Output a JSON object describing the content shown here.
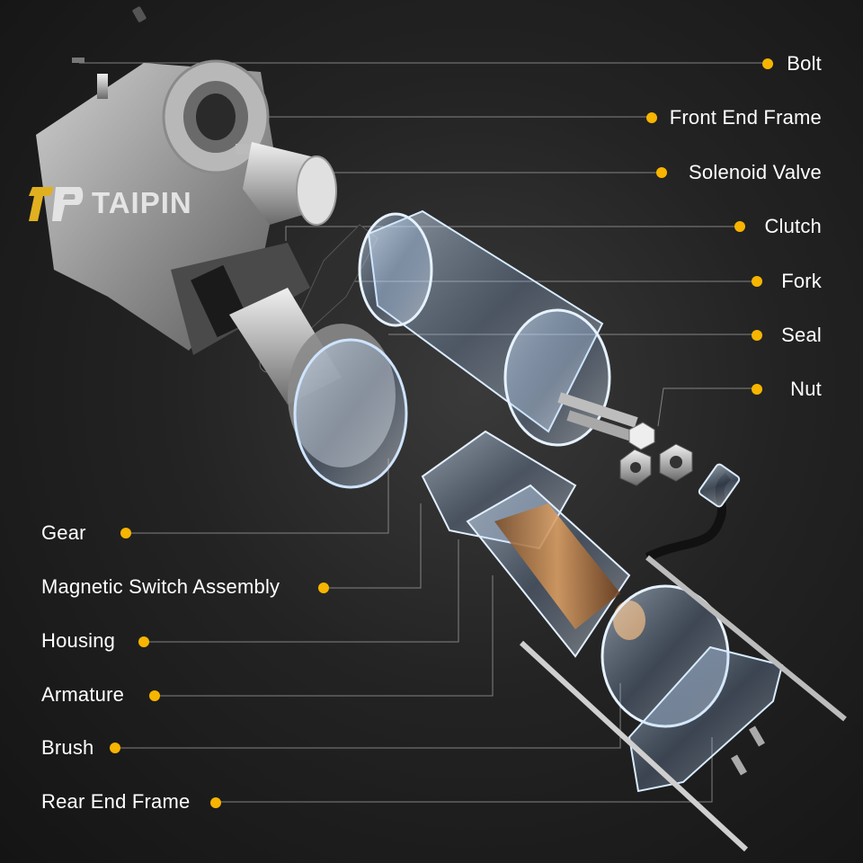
{
  "brand": {
    "logo_text": "TAIPIN",
    "logo_color": "#e0b020"
  },
  "accent_color": "#f7b500",
  "labels_right": [
    {
      "id": "bolt",
      "text": "Bolt"
    },
    {
      "id": "front-end-frame",
      "text": "Front End Frame"
    },
    {
      "id": "solenoid-valve",
      "text": "Solenoid Valve"
    },
    {
      "id": "clutch",
      "text": "Clutch"
    },
    {
      "id": "fork",
      "text": "Fork"
    },
    {
      "id": "seal",
      "text": "Seal"
    },
    {
      "id": "nut",
      "text": "Nut"
    }
  ],
  "labels_left": [
    {
      "id": "gear",
      "text": "Gear"
    },
    {
      "id": "magnetic-switch-assembly",
      "text": "Magnetic Switch Assembly"
    },
    {
      "id": "housing",
      "text": "Housing"
    },
    {
      "id": "armature",
      "text": "Armature"
    },
    {
      "id": "brush",
      "text": "Brush"
    },
    {
      "id": "rear-end-frame",
      "text": "Rear End Frame"
    }
  ]
}
